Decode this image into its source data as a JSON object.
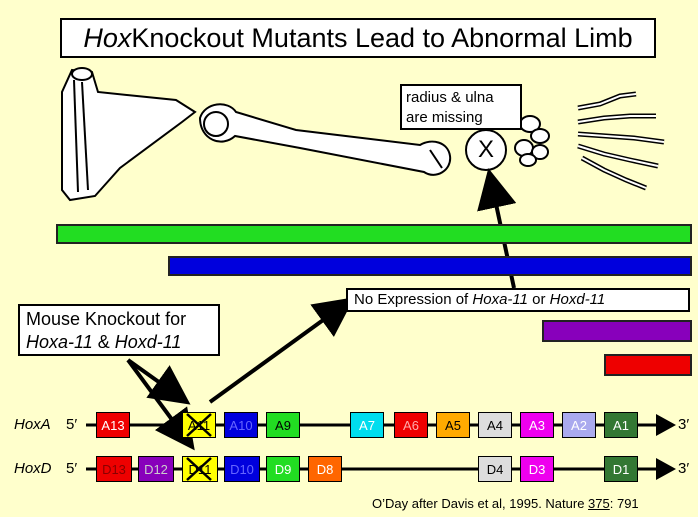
{
  "title": {
    "italic": "Hox",
    "rest": " Knockout Mutants Lead to Abnormal Limb"
  },
  "callout_missing": {
    "line1": "radius & ulna",
    "line2": "are missing",
    "mark": "X"
  },
  "no_expression": {
    "prefix": "No Expression of ",
    "gene1": "Hoxa-11",
    "mid": " or ",
    "gene2": "Hoxd-11"
  },
  "knockout_box": {
    "line1": "Mouse Knockout for",
    "gene1": "Hoxa-11",
    "mid": " & ",
    "gene2": "Hoxd-11"
  },
  "expression_bars": [
    {
      "color": "#22dd22"
    },
    {
      "color": "#0000dd"
    },
    {
      "color": "#8800bb"
    },
    {
      "color": "#ee0000"
    }
  ],
  "hoxa": {
    "label": "HoxA",
    "five": "5′",
    "three": "3′",
    "genes": [
      {
        "name": "A13",
        "color": "#ee0000"
      },
      {
        "name": "A11",
        "color": "#ffff00",
        "knocked_out": true
      },
      {
        "name": "A10",
        "color": "#0000dd"
      },
      {
        "name": "A9",
        "color": "#22dd22"
      },
      {
        "name": "A7",
        "color": "#00ddee"
      },
      {
        "name": "A6",
        "color": "#ee0000"
      },
      {
        "name": "A5",
        "color": "#ffaa00"
      },
      {
        "name": "A4",
        "color": "#dddddd"
      },
      {
        "name": "A3",
        "color": "#ee00ee"
      },
      {
        "name": "A2",
        "color": "#aaaaee"
      },
      {
        "name": "A1",
        "color": "#337733"
      }
    ]
  },
  "hoxd": {
    "label": "HoxD",
    "five": "5′",
    "three": "3′",
    "genes": [
      {
        "name": "D13",
        "color": "#ee0000"
      },
      {
        "name": "D12",
        "color": "#8800bb"
      },
      {
        "name": "D11",
        "color": "#ffff00",
        "knocked_out": true
      },
      {
        "name": "D10",
        "color": "#0000dd"
      },
      {
        "name": "D9",
        "color": "#22dd22"
      },
      {
        "name": "D8",
        "color": "#ff6600"
      },
      {
        "name": "D4",
        "color": "#dddddd"
      },
      {
        "name": "D3",
        "color": "#ee00ee"
      },
      {
        "name": "D1",
        "color": "#337733"
      }
    ]
  },
  "citation": {
    "text": "O’Day after Davis et al, 1995. Nature ",
    "volume": "375",
    "pages": ": 791"
  }
}
